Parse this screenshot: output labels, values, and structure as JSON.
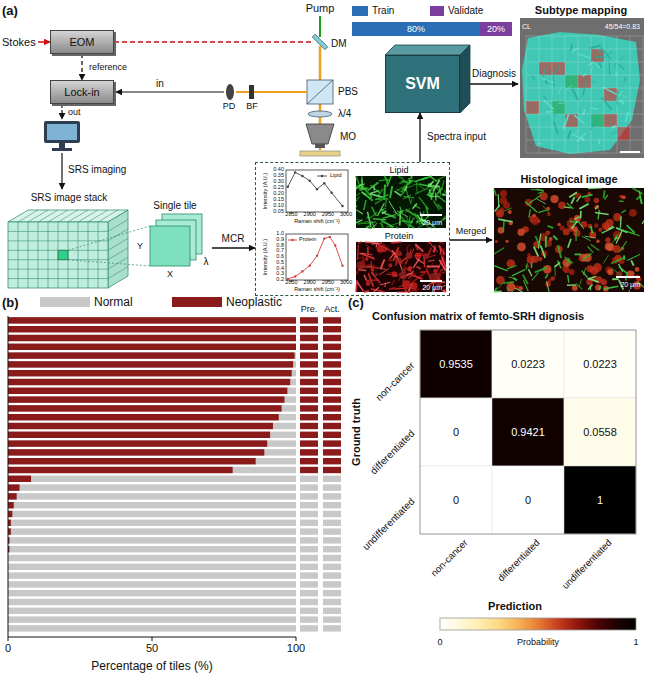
{
  "diagram": {
    "nodes": [
      {
        "text": [
          "EOM"
        ]
      },
      {
        "text": [
          "Lock-in"
        ]
      },
      {
        "text": [
          "SRS image stack"
        ]
      },
      {
        "text": [
          "Single tile"
        ]
      },
      {
        "text": [
          "80%"
        ]
      },
      {
        "text": [
          "20%"
        ]
      },
      {
        "text": [
          "SVM"
        ]
      },
      {
        "text": [
          "Lipid",
          "Protein"
        ]
      },
      {
        "text": [
          "Histological image"
        ]
      },
      {
        "text": [
          "Subtype mapping",
          "CL",
          "45/54=0.83"
        ]
      }
    ],
    "edges": [
      {
        "from": 0,
        "to": 1,
        "arrow": "to",
        "label": "reference"
      },
      {
        "from": 3,
        "to": 7,
        "arrow": "to",
        "label": "MCR"
      },
      {
        "from": 7,
        "to": 6,
        "arrow": "to",
        "label": "Spectra input"
      },
      {
        "from": 6,
        "to": 9,
        "arrow": "to",
        "label": "Diagnosis"
      },
      {
        "from": 7,
        "to": 8,
        "arrow": "to",
        "label": "Merged"
      }
    ],
    "labels": [
      "(a)",
      "Stokes",
      "Pump",
      "DM",
      "in",
      "out",
      "PD",
      "BF",
      "PBS",
      "λ/4",
      "MO",
      "SRS imaging",
      "X",
      "Y",
      "λ",
      "Lipid",
      "Intensity (A.U.)",
      "0.40",
      "0.35",
      "0.30",
      "0.25",
      "0.20",
      "0.15",
      "0.10",
      "0.05",
      "2850",
      "2900",
      "2950",
      "3000",
      "Raman shift (cm⁻¹)",
      "Protein",
      "Intensity (A.U.)",
      "1.0",
      "0.9",
      "0.8",
      "0.7",
      "0.6",
      "0.5",
      "0.4",
      "0.3",
      "0.2",
      "2850",
      "2900",
      "2950",
      "3000",
      "Raman shift (cm⁻¹)",
      "20 μm",
      "20 μm",
      "20 μm",
      "(b)",
      "Pre.",
      "Act.",
      "0",
      "50",
      "100",
      "Percentage of tiles (%)",
      "(c)",
      "Confusion matrix of femto-SRH dignosis",
      "0.9535",
      "0.0223",
      "0.0223",
      "0",
      "0.9421",
      "0.0558",
      "0",
      "0",
      "1",
      "non-cancer",
      "differentiated",
      "undifferentiated",
      "Ground truth",
      "non-cancer",
      "differentiated",
      "undifferentiated",
      "Prediction",
      "0",
      "Probability",
      "1"
    ],
    "legend": [
      {
        "text": "Train",
        "color": "#2a6fb5"
      },
      {
        "text": "Validate",
        "color": "#7a3e9e"
      },
      {
        "text": "Normal",
        "color": "#c8c8c8"
      },
      {
        "text": "Neoplastic",
        "color": "#8b1a1a"
      }
    ]
  }
}
